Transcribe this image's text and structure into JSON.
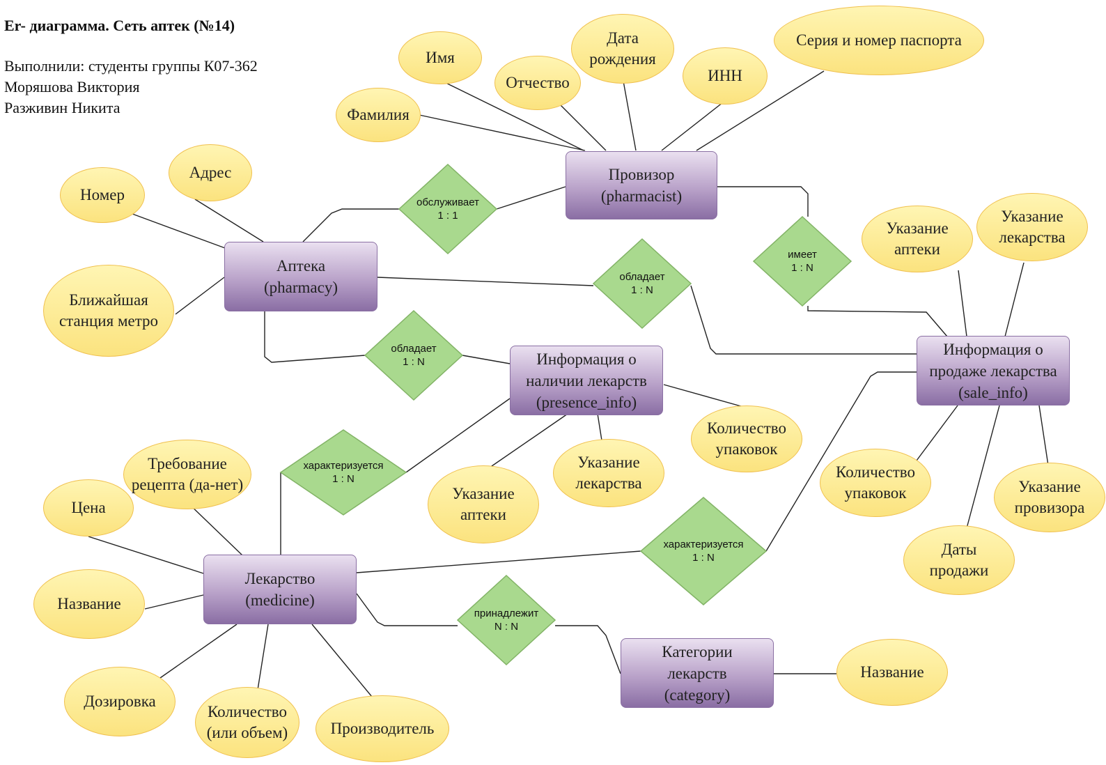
{
  "header": {
    "title": "Er- диаграмма. Сеть аптек (№14)",
    "line1": "Выполнили: студенты группы К07-362",
    "line2": "Моряшова Виктория",
    "line3": "Разживин Никита"
  },
  "colors": {
    "attribute_fill": "#fbe37f",
    "entity_fill": "#b9a2c9",
    "relationship_fill": "#a9d98e",
    "line": "#222222"
  },
  "entities": {
    "pharmacist": "Провизор\n(pharmacist)",
    "pharmacy": "Аптека\n(pharmacy)",
    "presence_info": "Информация о\nналичии лекарств\n(presence_info)",
    "sale_info": "Информация о\nпродаже лекарства\n(sale_info)",
    "medicine": "Лекарство\n(medicine)",
    "category": "Категории\nлекарств\n(category)"
  },
  "relationships": {
    "r_serves": "обслуживает\n1 : 1",
    "r_has": "имеет\n1 : N",
    "r_owns_sale": "обладает\n1 : N",
    "r_owns_presence": "обладает\n1 : N",
    "r_char_presence": "характеризуется\n1 : N",
    "r_char_sale": "характеризуется\n1 : N",
    "r_belongs": "принадлежит\nN : N"
  },
  "attributes": {
    "a_name": "Имя",
    "a_patronymic": "Отчество",
    "a_birth": "Дата\nрождения",
    "a_inn": "ИНН",
    "a_passport": "Серия и номер паспорта",
    "a_surname": "Фамилия",
    "a_number": "Номер",
    "a_address": "Адрес",
    "a_metro": "Ближайшая\nстанция метро",
    "a_sale_pharmacy": "Указание\nаптеки",
    "a_sale_medicine": "Указание\nлекарства",
    "a_pres_qty": "Количество\nупаковок",
    "a_pres_medicine": "Указание\nлекарства",
    "a_pres_pharmacy": "Указание\nаптеки",
    "a_sale_qty": "Количество\nупаковок",
    "a_sale_pharmacist": "Указание\nпровизора",
    "a_sale_dates": "Даты\nпродажи",
    "a_prescription": "Требование\nрецепта (да-нет)",
    "a_price": "Цена",
    "a_med_name": "Название",
    "a_dosage": "Дозировка",
    "a_quantity": "Количество\n(или объем)",
    "a_manufacturer": "Производитель",
    "a_cat_name": "Название"
  }
}
